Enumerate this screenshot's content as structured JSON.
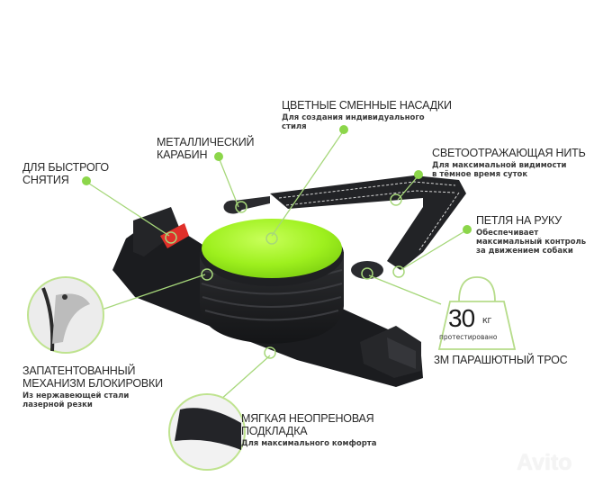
{
  "callouts": [
    {
      "id": "nozzles",
      "title_lines": [
        "ЦВЕТНЫЕ СМЕННЫЕ НАСАДКИ"
      ],
      "subtitle_lines": [
        "Для создания индивидуального",
        "стиля"
      ]
    },
    {
      "id": "carabiner",
      "title_lines": [
        "МЕТАЛЛИЧЕСКИЙ",
        "КАРАБИН"
      ],
      "subtitle_lines": []
    },
    {
      "id": "reflective",
      "title_lines": [
        "СВЕТООТРАЖАЮЩАЯ НИТЬ"
      ],
      "subtitle_lines": [
        "Для максимальной видимости",
        "в тёмное время суток"
      ]
    },
    {
      "id": "quick-release",
      "title_lines": [
        "ДЛЯ БЫСТРОГО",
        "СНЯТИЯ"
      ],
      "subtitle_lines": []
    },
    {
      "id": "hand-loop",
      "title_lines": [
        "ПЕТЛЯ НА РУКУ"
      ],
      "subtitle_lines": [
        "Обеспечивает",
        "максимальный контроль",
        "за движением собаки"
      ]
    },
    {
      "id": "lock",
      "title_lines": [
        "ЗАПАТЕНТОВАННЫЙ",
        "МЕХАНИЗМ БЛОКИРОВКИ"
      ],
      "subtitle_lines": [
        "Из нержавеющей стали",
        "лазерной резки"
      ]
    },
    {
      "id": "padding",
      "title_lines": [
        "МЯГКАЯ НЕОПРЕНОВАЯ",
        "ПОДКЛАДКА"
      ],
      "subtitle_lines": [
        "Для максимального комфорта"
      ]
    },
    {
      "id": "cord",
      "title_lines": [
        "3М ПАРАШЮТНЫЙ ТРОС"
      ],
      "subtitle_lines": []
    }
  ],
  "weight_badge": {
    "value": "30",
    "unit": "КГ",
    "caption": "протестировано"
  },
  "watermark": "Avito",
  "colors": {
    "accent_green": "#8cd64a",
    "line_green": "#a6d77a",
    "product_green": "#9eef1c",
    "strap": "#1f2023",
    "red_tab": "#e0302a"
  }
}
